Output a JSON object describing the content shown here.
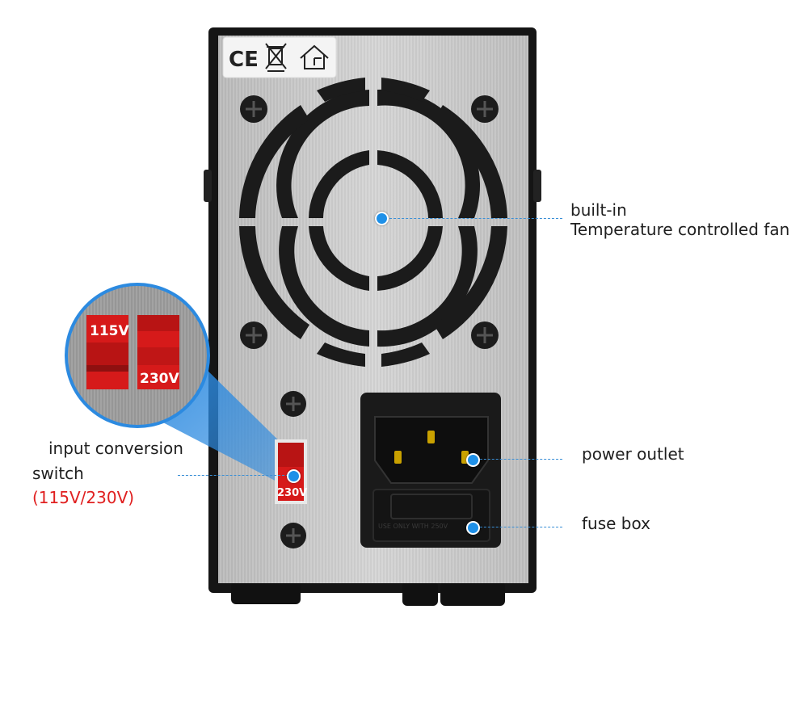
{
  "certification_marks": {
    "ce": "CE",
    "weee_icon": "weee-crossed-bin-icon",
    "indoor_use_icon": "indoor-use-house-icon"
  },
  "switch_zoom": {
    "label_115": "115V",
    "label_230": "230V"
  },
  "switch": {
    "label_230": "230V"
  },
  "outlet_imprint": "USE ONLY WITH 250V",
  "callouts": {
    "fan_line1": "built-in",
    "fan_line2": "Temperature controlled fan",
    "switch_line1": "input conversion",
    "switch_line2": "switch",
    "switch_line3": "(115V/230V)",
    "outlet": "power outlet",
    "fuse": "fuse box"
  },
  "colors": {
    "accent": "#1e90e8",
    "switch_red": "#d61a1a",
    "highlight_text": "#e02020",
    "panel": "#c9c9c9",
    "housing": "#151515"
  }
}
